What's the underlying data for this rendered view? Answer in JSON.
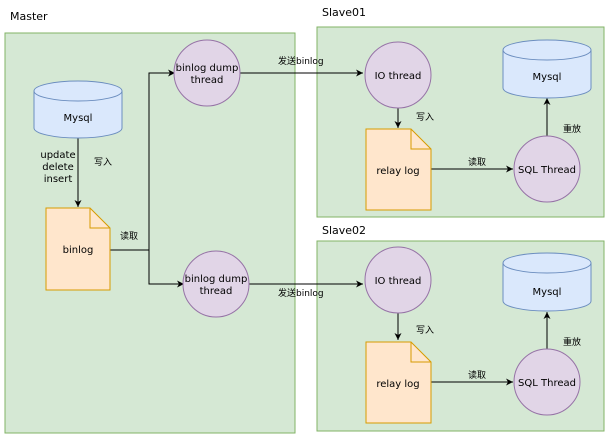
{
  "colors": {
    "panel_fill": "#d5e8d4",
    "panel_stroke": "#82b366",
    "db_fill": "#dae8fc",
    "db_stroke": "#6c8ebf",
    "thread_fill": "#e1d5e7",
    "thread_stroke": "#9673a6",
    "doc_fill": "#ffe6cc",
    "doc_stroke": "#d79b00",
    "edge": "#000000"
  },
  "master": {
    "title": "Master",
    "mysql_label": "Mysql",
    "binlog_label": "binlog",
    "write_ops": [
      "update",
      "delete",
      "insert"
    ],
    "write_label": "写入",
    "read_label": "读取",
    "dump_thread_1": [
      "binlog dump",
      "thread"
    ],
    "dump_thread_2": [
      "binlog dump",
      "thread"
    ]
  },
  "slaves": [
    {
      "title": "Slave01",
      "send_label": "发送binlog",
      "io_thread": "IO thread",
      "relay_log": "relay log",
      "sql_thread": "SQL Thread",
      "mysql_label": "Mysql",
      "write_label": "写入",
      "read_label": "读取",
      "replay_label": "重放"
    },
    {
      "title": "Slave02",
      "send_label": "发送binlog",
      "io_thread": "IO thread",
      "relay_log": "relay log",
      "sql_thread": "SQL Thread",
      "mysql_label": "Mysql",
      "write_label": "写入",
      "read_label": "读取",
      "replay_label": "重放"
    }
  ]
}
